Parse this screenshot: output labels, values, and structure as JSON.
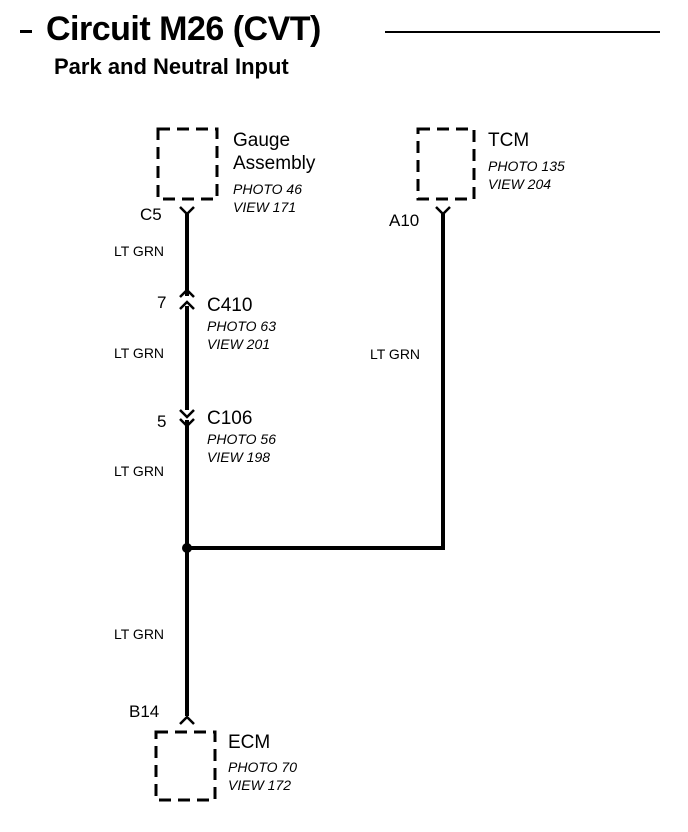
{
  "header": {
    "title": "Circuit M26 (CVT)",
    "subtitle": "Park and Neutral Input"
  },
  "components": {
    "gauge": {
      "name_line1": "Gauge",
      "name_line2": "Assembly",
      "photo": "PHOTO 46",
      "view": "VIEW 171",
      "pin": "C5"
    },
    "tcm": {
      "name": "TCM",
      "photo": "PHOTO 135",
      "view": "VIEW 204",
      "pin": "A10"
    },
    "ecm": {
      "name": "ECM",
      "photo": "PHOTO 70",
      "view": "VIEW 172",
      "pin": "B14"
    }
  },
  "connectors": {
    "c410": {
      "name": "C410",
      "pin": "7",
      "photo": "PHOTO 63",
      "view": "VIEW 201"
    },
    "c106": {
      "name": "C106",
      "pin": "5",
      "photo": "PHOTO 56",
      "view": "VIEW 198"
    }
  },
  "wires": {
    "seg1": "LT GRN",
    "seg2": "LT GRN",
    "seg3": "LT GRN",
    "tcm": "LT GRN",
    "ecm": "LT GRN"
  }
}
